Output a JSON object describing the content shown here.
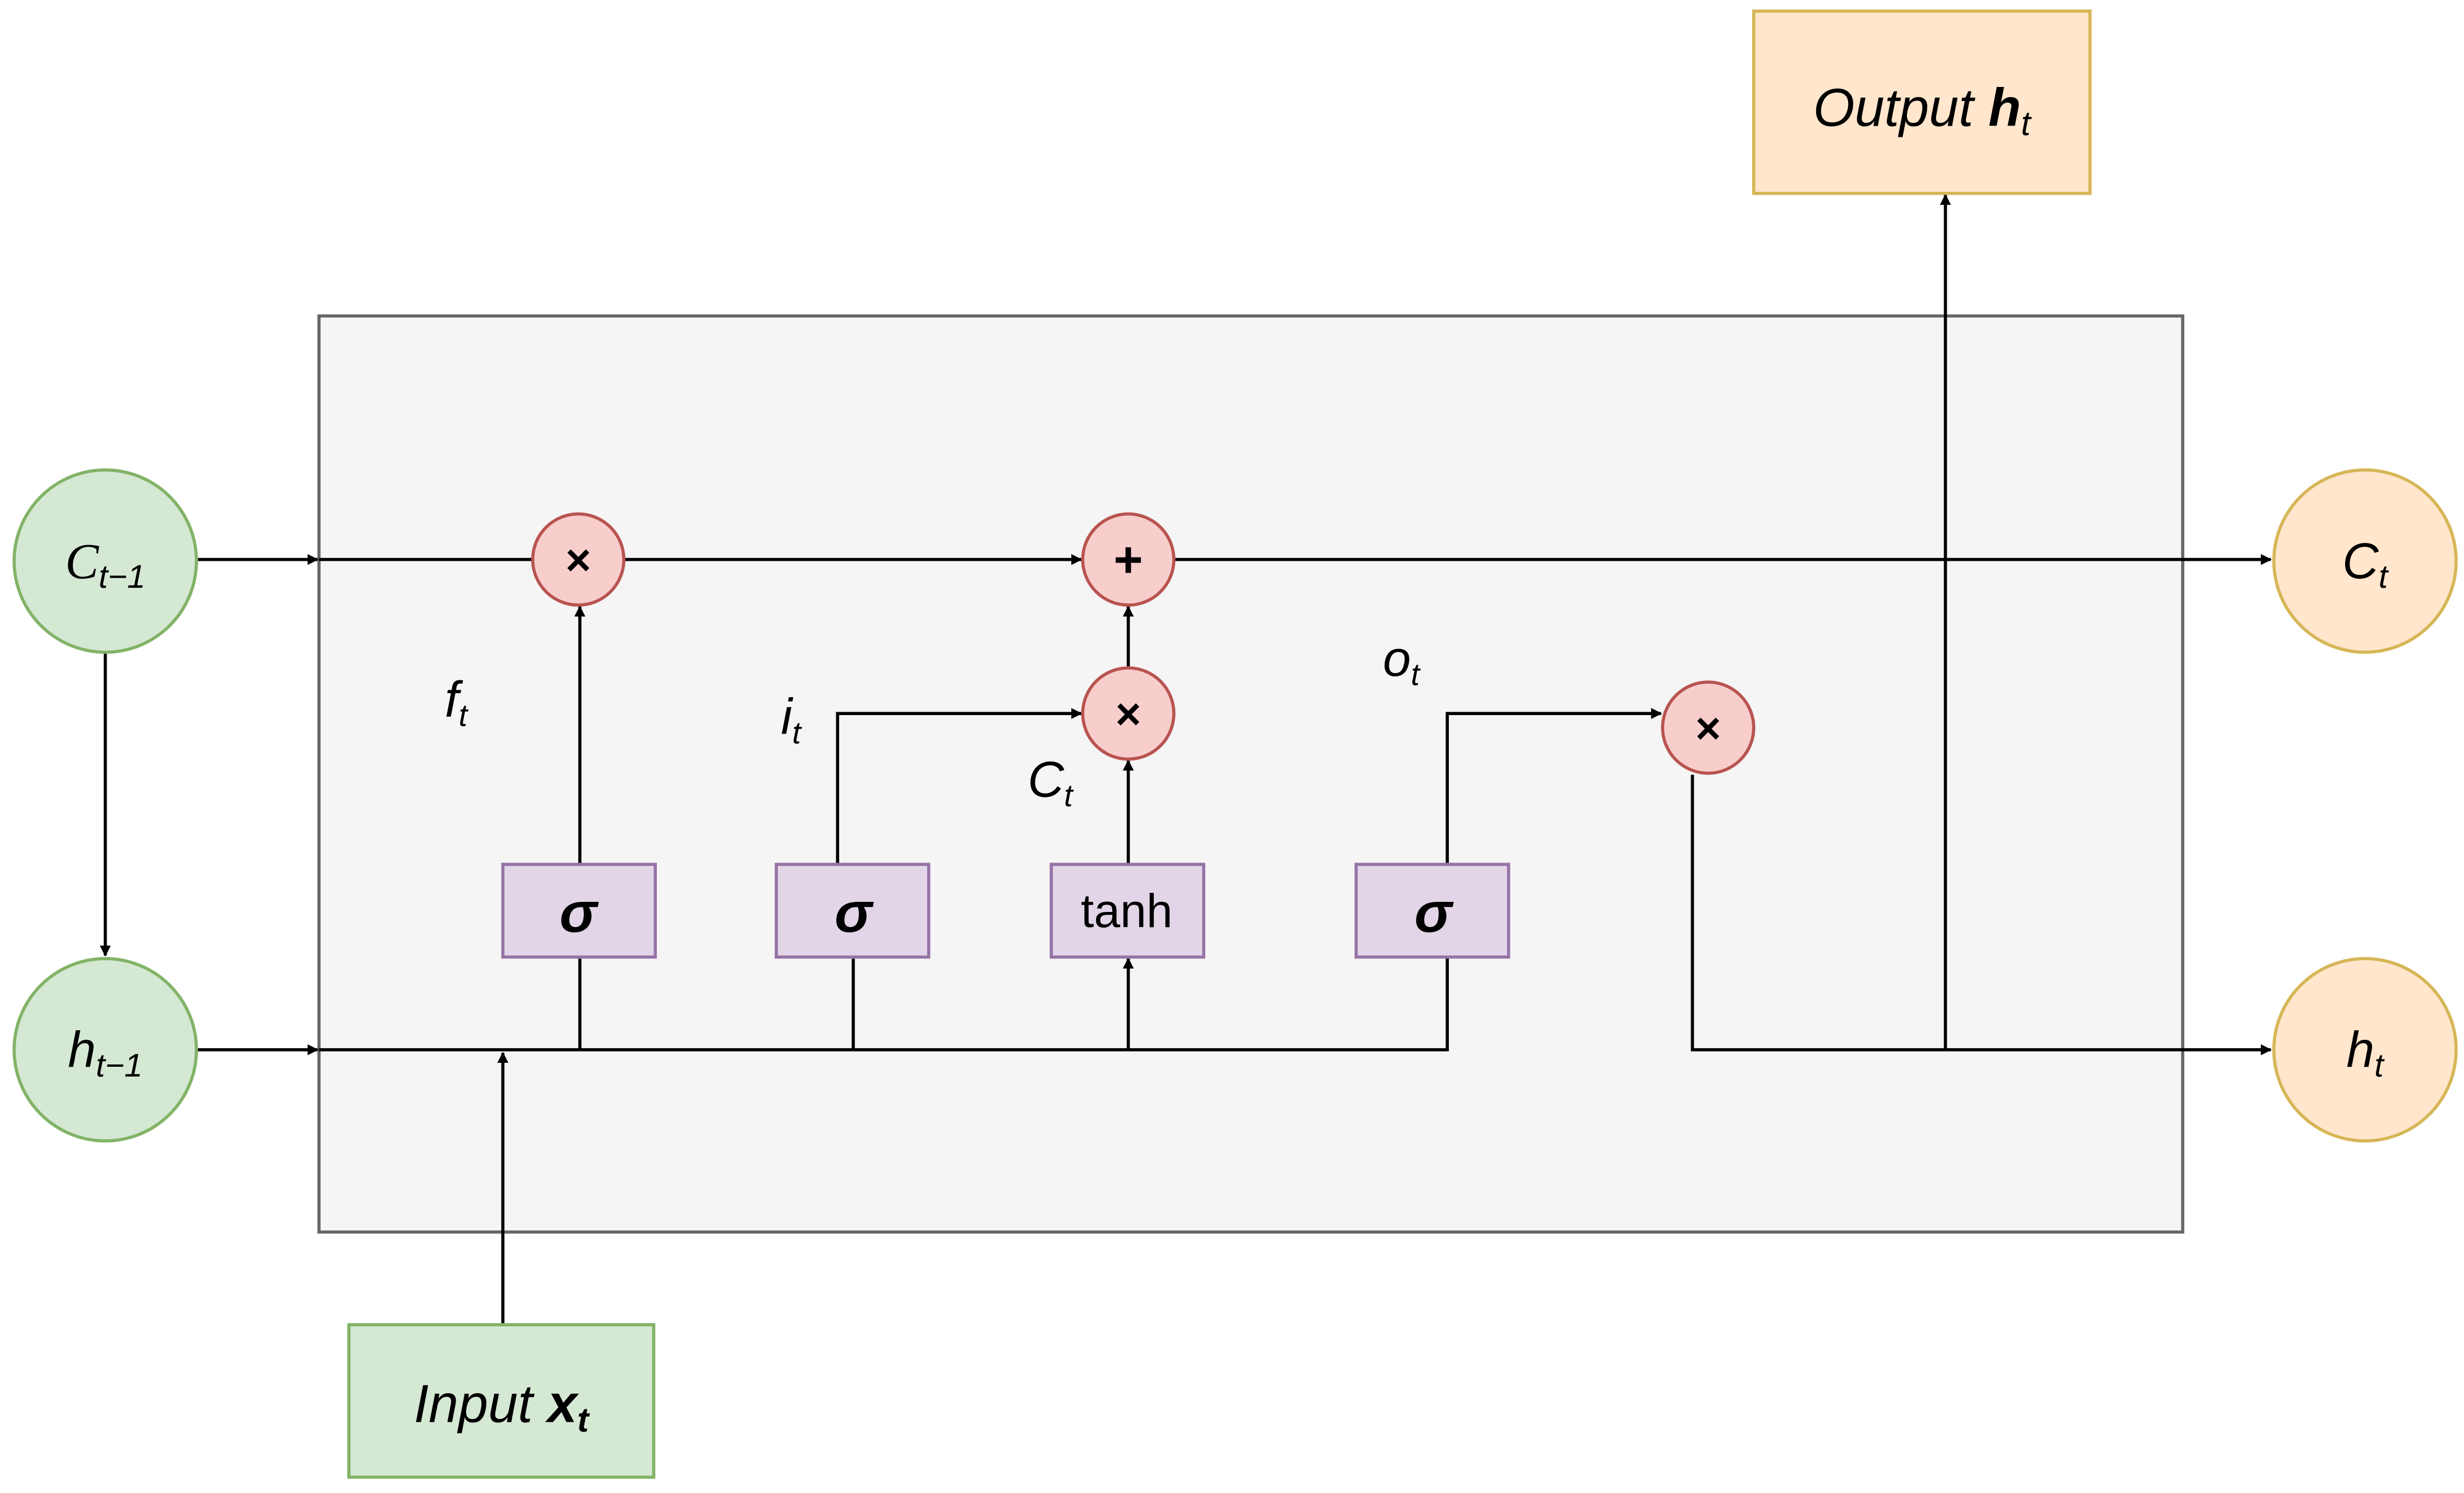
{
  "nodes": {
    "c_prev": {
      "main": "C",
      "sub": "t−1"
    },
    "h_prev": {
      "main": "h",
      "sub": "t−1"
    },
    "c_t": {
      "main": "C",
      "sub": "t"
    },
    "h_t": {
      "main": "h",
      "sub": "t"
    },
    "output": {
      "prefix": "Output ",
      "main": "h",
      "sub": "t"
    },
    "input": {
      "prefix": "Input ",
      "main": "x",
      "sub": "t"
    }
  },
  "operators": {
    "forget_mult": "×",
    "add": "+",
    "input_mult": "×",
    "output_mult": "×"
  },
  "gates": {
    "forget": "σ",
    "input": "σ",
    "candidate": "tanh",
    "output": "σ"
  },
  "gate_labels": {
    "forget": {
      "main": "f",
      "sub": "t"
    },
    "input": {
      "main": "i",
      "sub": "t"
    },
    "candidate": {
      "main": "C",
      "sub": "t"
    },
    "output": {
      "main": "o",
      "sub": "t"
    }
  },
  "colors": {
    "green_fill": "#d5e8d4",
    "green_stroke": "#82b366",
    "orange_fill": "#ffe6cc",
    "orange_stroke": "#d6b656",
    "red_fill": "#f8cecc",
    "red_stroke": "#b85450",
    "purple_fill": "#e1d5e7",
    "purple_stroke": "#9673a6",
    "cell_fill": "#f5f5f5",
    "cell_stroke": "#666666"
  }
}
